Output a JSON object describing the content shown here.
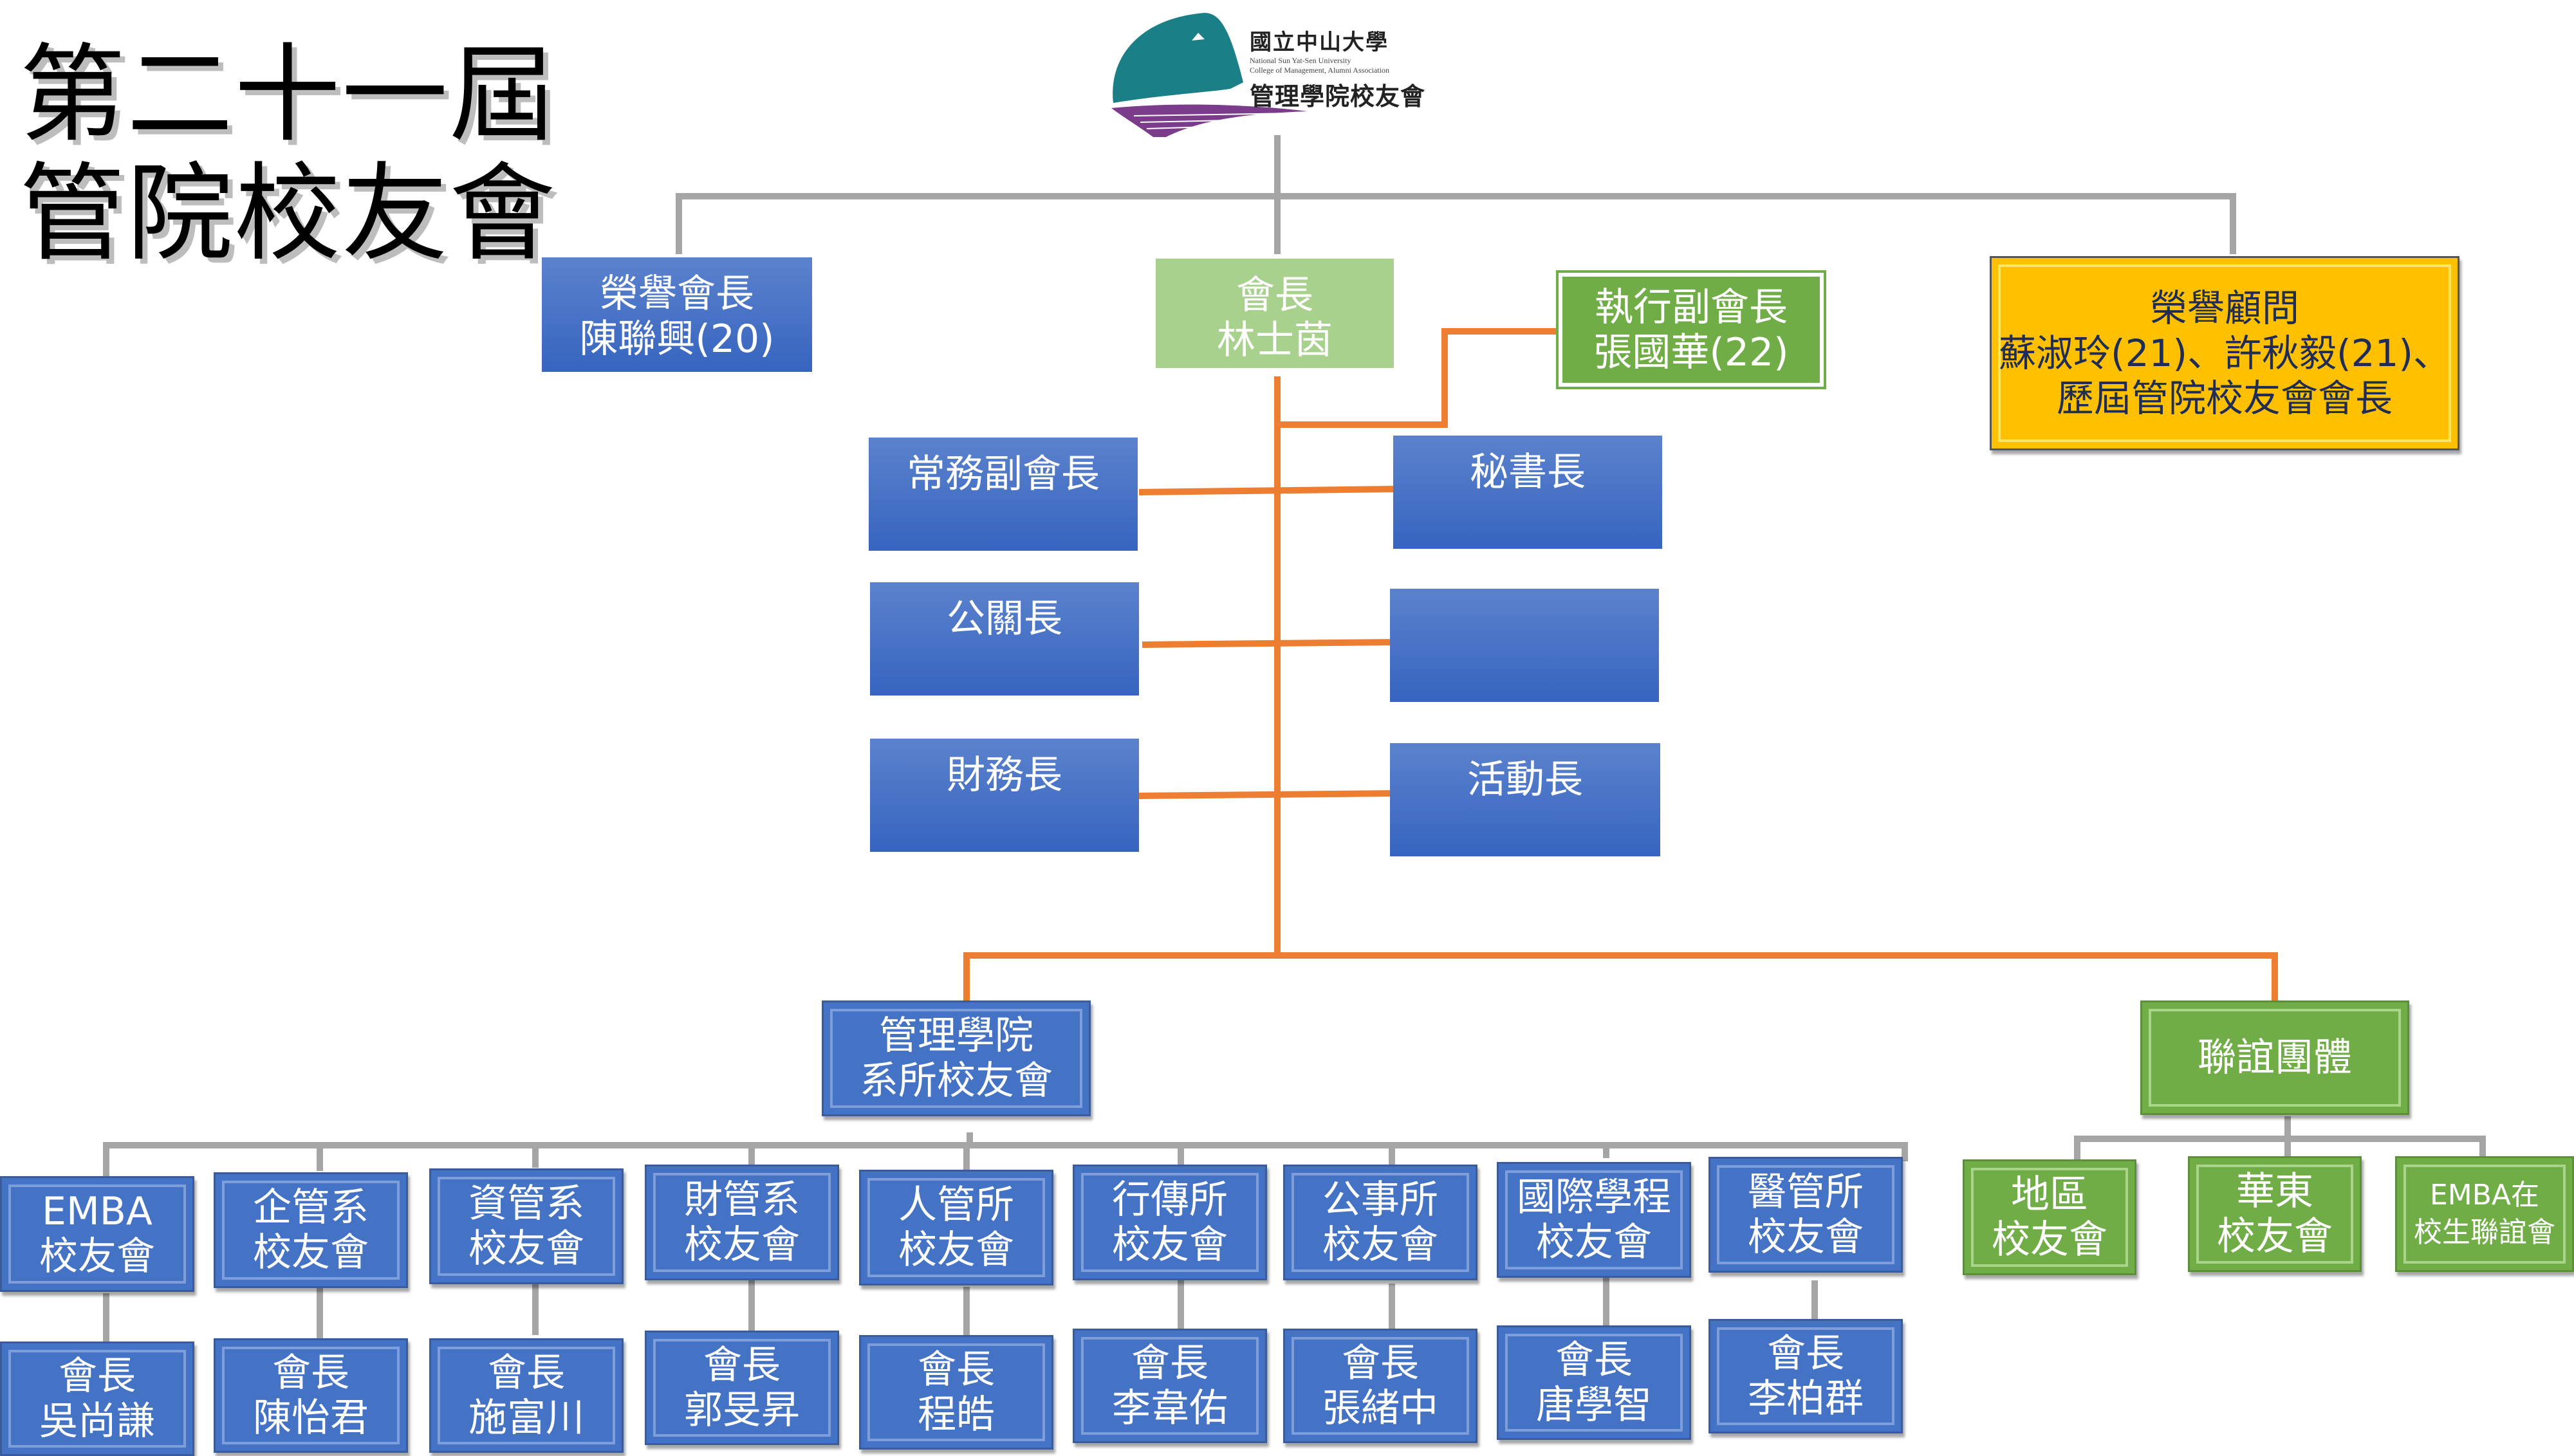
{
  "title": {
    "line1": "第二十一屆",
    "line2": "管院校友會"
  },
  "logo": {
    "university_cn": "國立中山大學",
    "university_en": "National Sun Yat-Sen University",
    "association_en": "College of Management, Alumni Association",
    "association_cn": "管理學院校友會",
    "colors": {
      "mountain": "#1a7f86",
      "waves": "#7b3c8c"
    }
  },
  "colors": {
    "blue": "#4472c4",
    "light_green": "#a9d18e",
    "green": "#70ad47",
    "gold": "#ffc000",
    "orange_line": "#ed7d31",
    "gray_line": "#a5a5a5"
  },
  "top_row": {
    "honorary_president": "榮譽會長\n陳聯興(20)",
    "president": "會長\n林士茵",
    "executive_vp": "執行副會長\n張國華(22)",
    "honorary_advisors": "榮譽顧問\n蘇淑玲(21)、許秋毅(21)、\n歷屆管院校友會會長"
  },
  "officers": {
    "left": [
      "常務副會長",
      "公關長",
      "財務長"
    ],
    "right": [
      "秘書長",
      "",
      "活動長"
    ]
  },
  "branches": {
    "departments": "管理學院\n系所校友會",
    "fellowship": "聯誼團體"
  },
  "departments": [
    {
      "name": "EMBA\n校友會",
      "president": "會長\n吳尚謙"
    },
    {
      "name": "企管系\n校友會",
      "president": "會長\n陳怡君"
    },
    {
      "name": "資管系\n校友會",
      "president": "會長\n施富川"
    },
    {
      "name": "財管系\n校友會",
      "president": "會長\n郭旻昇"
    },
    {
      "name": "人管所\n校友會",
      "president": "會長\n程皓"
    },
    {
      "name": "行傳所\n校友會",
      "president": "會長\n李韋佑"
    },
    {
      "name": "公事所\n校友會",
      "president": "會長\n張緒中"
    },
    {
      "name": "國際學程\n校友會",
      "president": "會長\n唐學智"
    },
    {
      "name": "醫管所\n校友會",
      "president": "會長\n李柏群"
    }
  ],
  "fellowship_groups": [
    "地區\n校友會",
    "華東\n校友會",
    "EMBA在\n校生聯誼會"
  ]
}
